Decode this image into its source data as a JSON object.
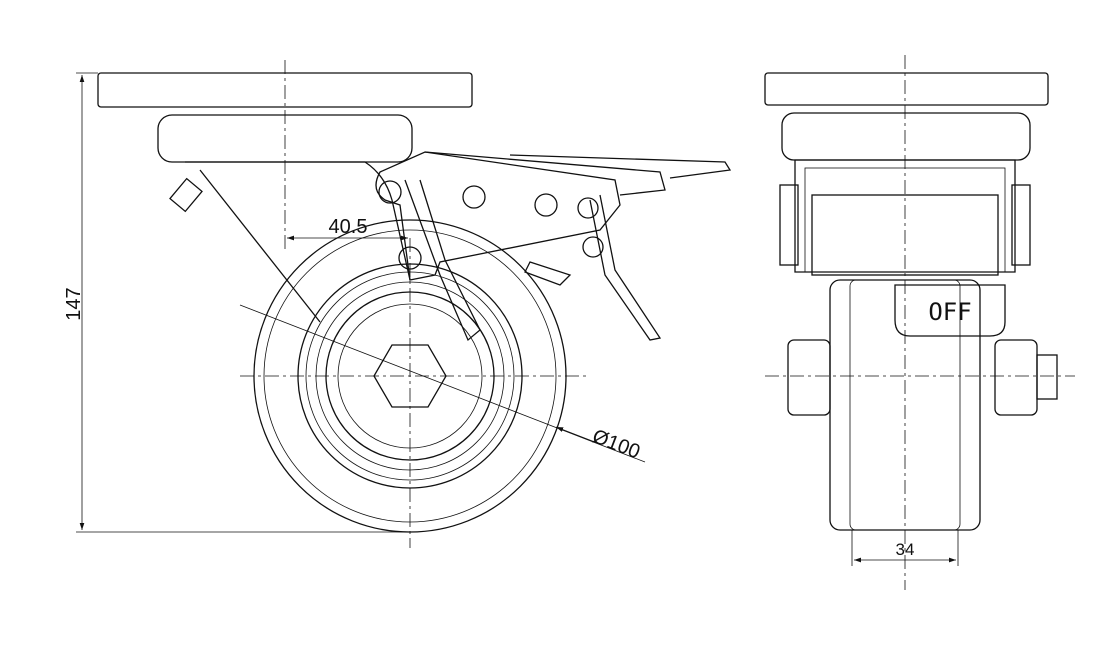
{
  "title": "Swivel caster with total brake - dimension drawing",
  "dimensions": {
    "height": "147",
    "offset": "40.5",
    "wheel_diameter": "Ø100",
    "wheel_width": "34"
  },
  "brake_label": "OFF",
  "colors": {
    "line": "#111111",
    "background": "#ffffff"
  }
}
